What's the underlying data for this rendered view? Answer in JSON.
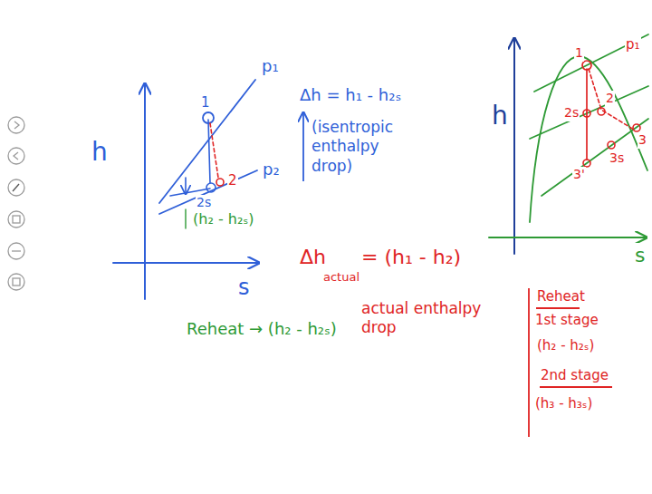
{
  "diagram": {
    "labels": [
      "h",
      "p₁",
      "1",
      "p₂",
      "2s",
      "2",
      "(h₂ - h₂ₛ)",
      "s",
      "Δh = h₁ - h₂ₛ",
      "(isentropic enthalpy drop)",
      "Δh",
      "actual",
      "= (h₁ - h₂)",
      "actual enthalpy drop",
      "Reheat → (h₂ - h₂ₛ)",
      "Reheat",
      "1st stage",
      "(h₂ - h₂ₛ)",
      "2nd stage",
      "(h₃ - h₃ₛ)",
      "h",
      "s",
      "p₁",
      "1",
      "2",
      "2s",
      "3",
      "3s",
      "3'"
    ]
  }
}
